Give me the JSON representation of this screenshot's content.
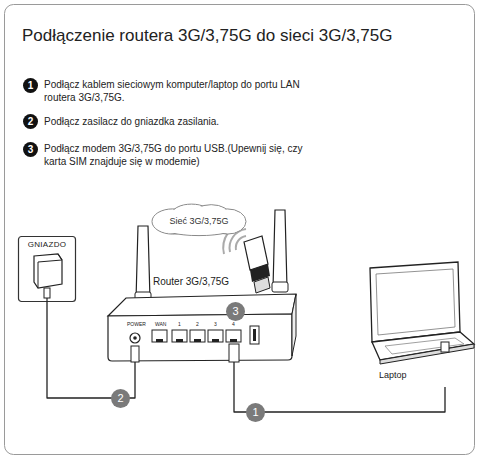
{
  "diagram": {
    "title": "Podłączenie routera 3G/3,75G do sieci 3G/3,75G",
    "nodes": [
      {
        "text": [
          "Sieć 3G/3,75G"
        ]
      },
      {
        "text": [
          "GNIAZDO"
        ]
      },
      {
        "text": [
          "Router 3G/3,75G"
        ]
      },
      {
        "text": [
          "Laptop"
        ]
      }
    ],
    "edges": [
      {
        "from": 1,
        "to": 2,
        "arrow": "none"
      },
      {
        "from": 3,
        "to": 2,
        "arrow": "none"
      }
    ],
    "labels": [
      "1",
      "Podłącz kablem sieciowym komputer/laptop do portu LAN routera 3G/3,75G.",
      "2",
      "Podłącz zasilacz do gniazdka zasilania.",
      "3",
      "Podłącz modem 3G/3,75G do portu USB.(Upewnij się, czy karta SIM znajduje się w modemie)",
      "POWER",
      "WAN",
      "1",
      "2",
      "3",
      "4",
      "3",
      "2",
      "1"
    ]
  }
}
